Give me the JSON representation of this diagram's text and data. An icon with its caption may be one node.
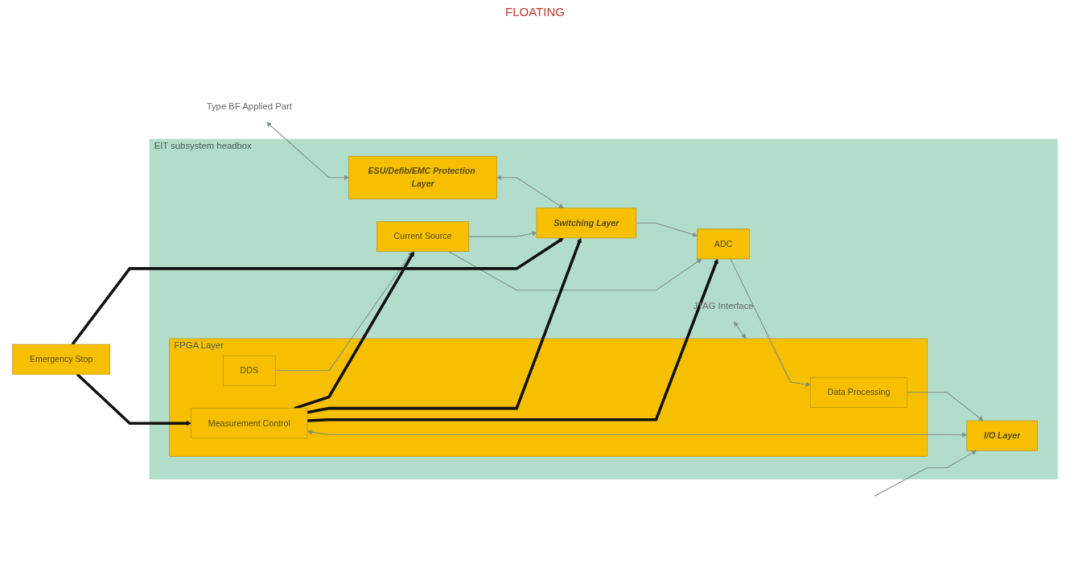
{
  "diagram": {
    "nodes": [
      {
        "text": [
          "EIT subsystem headbox"
        ]
      },
      {
        "text": [
          "JTAG Interface"
        ],
        "in": 0
      },
      {
        "text": [
          "ESU/Defib/EMC Protection Layer"
        ],
        "in": 0
      },
      {
        "text": [
          "Switching Layer"
        ],
        "in": 0
      },
      {
        "text": [
          "ADC"
        ],
        "in": 0
      },
      {
        "text": [
          "Current Source"
        ],
        "in": 0
      },
      {
        "text": [
          "FPGA Layer"
        ],
        "in": 0
      },
      {
        "text": [
          "Data Processing"
        ],
        "in": 6
      },
      {
        "text": [
          "DDS"
        ],
        "in": 6
      },
      {
        "text": [
          "Measurement Control"
        ],
        "in": 6
      },
      {
        "text": [
          "I/O Layer"
        ],
        "in": 0
      },
      {
        "text": [
          "Emergency Stop"
        ]
      },
      {
        "text": [
          "Type BF Applied Part"
        ]
      }
    ],
    "edges": [
      {
        "from": 12,
        "to": 2,
        "arrow": "both"
      },
      {
        "from": 2,
        "to": 3,
        "arrow": "both"
      },
      {
        "from": 3,
        "to": 4,
        "arrow": "to"
      },
      {
        "from": 4,
        "to": 7,
        "arrow": "to"
      },
      {
        "from": 1,
        "to": 6,
        "arrow": "both"
      },
      {
        "from": 5,
        "to": 4,
        "arrow": "to"
      },
      {
        "from": 5,
        "to": 3,
        "arrow": "to"
      },
      {
        "from": 8,
        "to": 5,
        "arrow": "to"
      },
      {
        "from": 7,
        "to": 10,
        "arrow": "to"
      },
      {
        "from": 9,
        "to": 10,
        "arrow": "both"
      },
      {
        "from": null,
        "to": 10,
        "arrow": "to"
      },
      {
        "from": 9,
        "to": 4,
        "arrow": "to",
        "style": "thick",
        "color": "#111111"
      },
      {
        "from": 9,
        "to": 3,
        "arrow": "to",
        "style": "thick",
        "color": "#111111"
      },
      {
        "from": 9,
        "to": 5,
        "arrow": "to",
        "style": "thick",
        "color": "#111111"
      },
      {
        "from": 11,
        "to": 3,
        "arrow": "to",
        "style": "thick",
        "color": "#111111"
      },
      {
        "from": 11,
        "to": 9,
        "arrow": "to",
        "style": "thick",
        "color": "#111111"
      }
    ],
    "labels": [
      "FLOATING"
    ]
  }
}
